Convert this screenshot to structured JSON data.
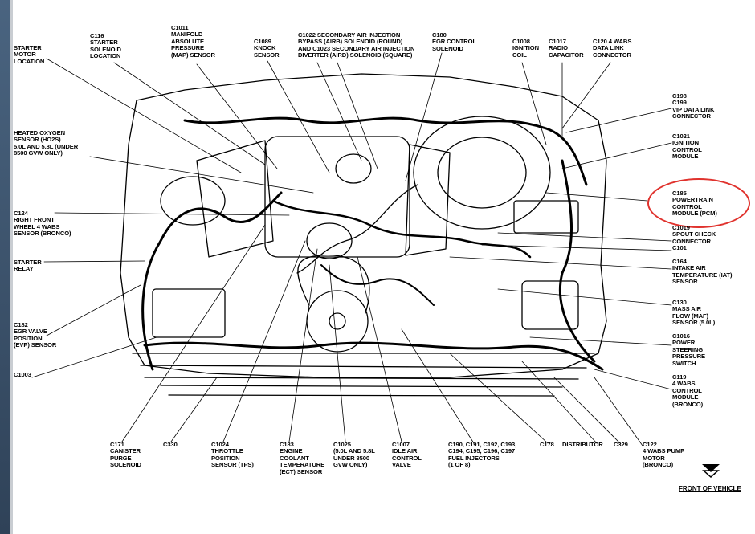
{
  "colors": {
    "background": "#3f556e",
    "paper": "#ffffff",
    "ink": "#000000",
    "highlight": "#e0322d"
  },
  "labels": {
    "starter_motor": "STARTER\nMOTOR\nLOCATION",
    "c116": "C116\nSTARTER\nSOLENOID\nLOCATION",
    "c1011": "C1011\nMANIFOLD\nABSOLUTE\nPRESSURE\n(MAP) SENSOR",
    "c1089": "C1089\nKNOCK\nSENSOR",
    "c1022": "C1022 SECONDARY AIR INJECTION\nBYPASS (AIRB) SOLENOID (ROUND)\nAND C1023 SECONDARY AIR INJECTION\nDIVERTER (AIRD) SOLENOID (SQUARE)",
    "c180": "C180\nEGR CONTROL\nSOLENOID",
    "c1008": "C1008\nIGNITION\nCOIL",
    "c1017": "C1017\nRADIO\nCAPACITOR",
    "c120": "C120 4 WABS\nDATA LINK\nCONNECTOR",
    "c198": "C198\nC199\nVIP DATA LINK\nCONNECTOR",
    "c1021": "C1021\nIGNITION\nCONTROL\nMODULE",
    "c185": "C185\nPOWERTRAIN\nCONTROL\nMODULE (PCM)",
    "c1019": "C1019\nSPOUT CHECK\nCONNECTOR\nC101",
    "c164": "C164\nINTAKE AIR\nTEMPERATURE (IAT)\nSENSOR",
    "c130": "C130\nMASS AIR\nFLOW (MAF)\nSENSOR (5.0L)",
    "c1016": "C1016\nPOWER\nSTEERING\nPRESSURE\nSWITCH",
    "c119": "C119\n4 WABS\nCONTROL\nMODULE\n(BRONCO)",
    "c122": "C122\n4 WABS PUMP\nMOTOR\n(BRONCO)",
    "heated_o2": "HEATED OXYGEN\nSENSOR (HO2S)\n5.0L AND 5.8L (UNDER\n8500 GVW ONLY)",
    "c124": "C124\nRIGHT FRONT\nWHEEL 4 WABS\nSENSOR (BRONCO)",
    "starter_relay": "STARTER\nRELAY",
    "c182": "C182\nEGR VALVE\nPOSITION\n(EVP) SENSOR",
    "c1003": "C1003",
    "c171": "C171\nCANISTER\nPURGE\nSOLENOID",
    "c330": "C330",
    "c1024": "C1024\nTHROTTLE\nPOSITION\nSENSOR (TPS)",
    "c183": "C183\nENGINE\nCOOLANT\nTEMPERATURE\n(ECT) SENSOR",
    "c1025": "C1025\n(5.0L AND 5.8L\nUNDER 8500\nGVW ONLY)",
    "c1007": "C1007\nIDLE AIR\nCONTROL\nVALVE",
    "c190": "C190, C191, C192, C193,\nC194, C195, C196, C197\nFUEL INJECTORS\n(1 OF 8)",
    "c178": "C178",
    "distributor": "DISTRIBUTOR",
    "c329": "C329",
    "front_of_vehicle": "FRONT OF VEHICLE"
  }
}
